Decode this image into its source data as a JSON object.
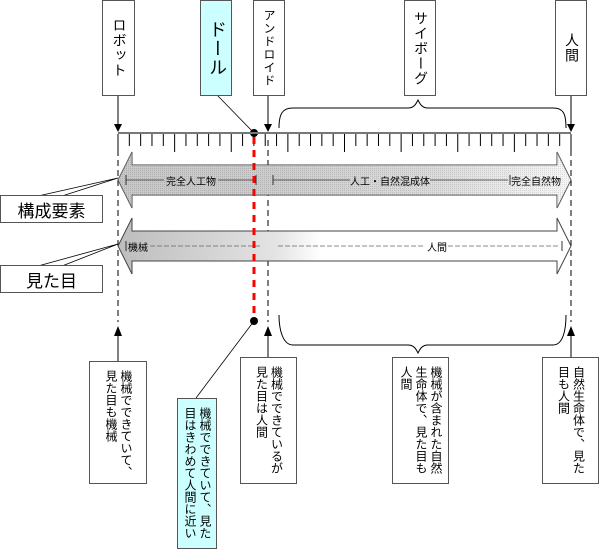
{
  "categories": [
    {
      "id": "robot",
      "label": "ロボット",
      "highlight": false
    },
    {
      "id": "doll",
      "label": "ドール",
      "highlight": true
    },
    {
      "id": "android",
      "label": "アンドロイド",
      "highlight": false
    },
    {
      "id": "cyborg",
      "label": "サイボーグ",
      "highlight": false
    },
    {
      "id": "human",
      "label": "人間",
      "highlight": false
    }
  ],
  "axes": [
    {
      "id": "composition",
      "label": "構成要素",
      "segments": [
        "完全人工物",
        "人工・自然混成体",
        "完全自然物"
      ]
    },
    {
      "id": "appearance",
      "label": "見た目",
      "segments": [
        "機械",
        "人間"
      ]
    }
  ],
  "descriptions": [
    {
      "id": "robot",
      "text": "機械でできていて、見た目も機械",
      "highlight": false
    },
    {
      "id": "doll",
      "text": "機械でできていて、見た目はきわめて人間に近い",
      "highlight": true
    },
    {
      "id": "android",
      "text": "機械でできているが見た目は人間",
      "highlight": false
    },
    {
      "id": "cyborg",
      "text": "機械が含まれた自然生命体で、見た目も人間",
      "highlight": false
    },
    {
      "id": "human",
      "text": "自然生命体で、見た目も人間",
      "highlight": false
    }
  ],
  "colors": {
    "highlight_fill": "#ccffff",
    "doll_marker": "#ff0000",
    "arrow_fill": "#c8c8c8",
    "line": "#000000"
  }
}
